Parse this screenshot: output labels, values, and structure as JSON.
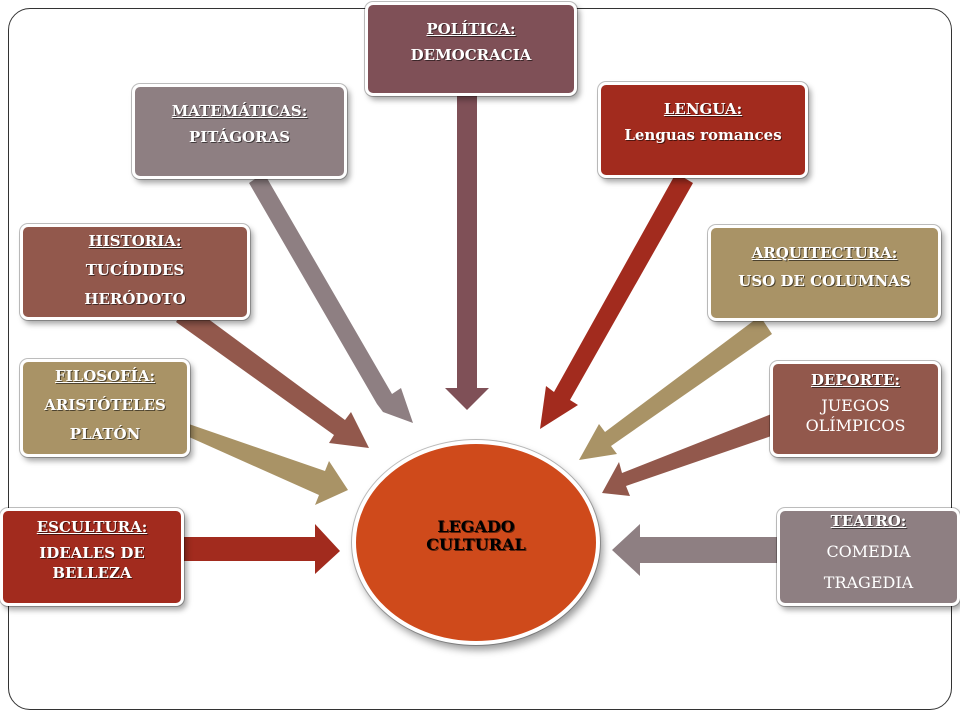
{
  "center": {
    "lines": [
      "LEGADO",
      "CULTURAL"
    ],
    "color": "#cf4a1b"
  },
  "nodes": {
    "politica": {
      "lines": [
        "POLÍTICA:",
        "DEMOCRACIA"
      ],
      "color": "#7f5057"
    },
    "matematicas": {
      "lines": [
        "MATEMÁTICAS:",
        "PITÁGORAS"
      ],
      "color": "#8e7f82"
    },
    "lengua": {
      "lines": [
        "LENGUA:",
        "Lenguas romances"
      ],
      "color": "#a22b1e"
    },
    "historia": {
      "lines": [
        "HISTORIA:",
        "TUCÍDIDES",
        "HERÓDOTO"
      ],
      "color": "#92584c"
    },
    "arquitectura": {
      "lines": [
        "ARQUITECTURA:",
        "USO DE COLUMNAS"
      ],
      "color": "#a99366"
    },
    "filosofia": {
      "lines": [
        "FILOSOFÍA:",
        "ARISTÓTELES",
        "PLATÓN"
      ],
      "color": "#a99366"
    },
    "deporte": {
      "lines": [
        "DEPORTE:",
        "JUEGOS OLÍMPICOS"
      ],
      "color": "#92584c"
    },
    "escultura": {
      "lines": [
        "ESCULTURA:",
        "IDEALES DE BELLEZA"
      ],
      "color": "#a22b1e"
    },
    "teatro": {
      "lines": [
        "TEATRO:",
        "COMEDIA",
        "TRAGEDIA"
      ],
      "color": "#8e7f82"
    }
  }
}
